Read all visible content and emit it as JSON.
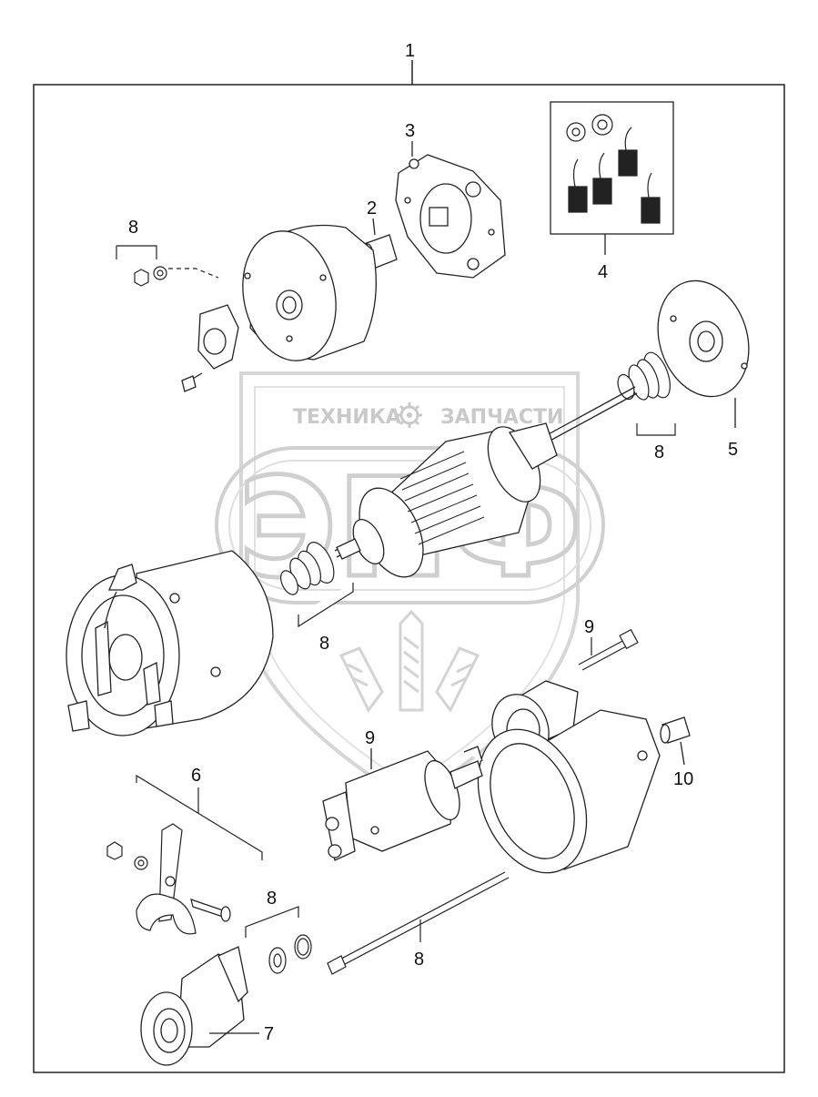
{
  "watermark": {
    "left_word": "ТЕХНИКА",
    "right_word": "ЗАПЧАСТИ",
    "emblem_letters": "ЭПФ",
    "gear_icon": "gear-icon",
    "color": "#cfcfcf"
  },
  "callouts": {
    "assembly": "1",
    "bushing_top": "2",
    "brush_holder": "3",
    "brush_kit": "4",
    "end_plate": "5",
    "drive_lever_kit": "6",
    "pinion_drive": "7",
    "hardware_top_left": "8",
    "hardware_right": "8",
    "hardware_mid": "8",
    "hardware_bottom": "8",
    "through_bolt": "8",
    "bolt_top": "9",
    "solenoid": "9",
    "bushing_right": "10"
  }
}
